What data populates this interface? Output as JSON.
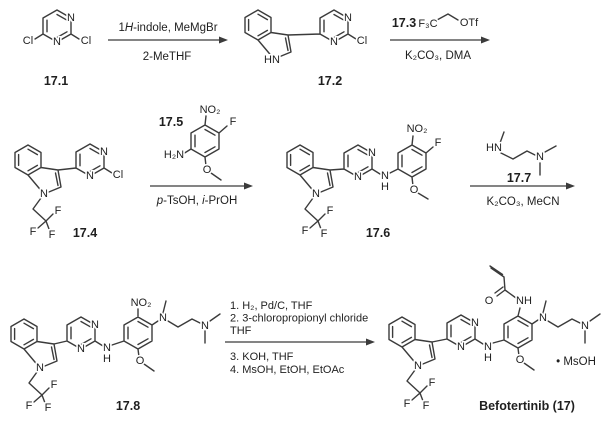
{
  "atoms": {
    "n": "N",
    "hn": "HN",
    "nh": "NH",
    "h": "H",
    "cl": "Cl",
    "f": "F",
    "o": "O",
    "no2": "NO₂",
    "h2n": "H₂N",
    "f3c": "F₃C",
    "otf": "OTf",
    "msoh_salt": "• MsOH"
  },
  "labels": {
    "c171": "17.1",
    "c172": "17.2",
    "c173": "17.3",
    "c174": "17.4",
    "c175": "17.5",
    "c176": "17.6",
    "c177": "17.7",
    "c178": "17.8",
    "befotertinib": "Befotertinib (17)"
  },
  "steps": {
    "s1": {
      "above_pre": "1",
      "above_it": "H",
      "above_post": "-indole, MeMgBr",
      "below": "2-MeTHF"
    },
    "s2": {
      "below": "K₂CO₃, DMA"
    },
    "s3": {
      "below_it1": "p",
      "below_mid": "-TsOH, ",
      "below_it2": "i",
      "below_post": "-PrOH"
    },
    "s4": {
      "below": "K₂CO₃, MeCN"
    },
    "s5": {
      "above1": "1. H₂, Pd/C, THF",
      "above2": "2. 3-chloropropionyl chloride",
      "above3": "THF",
      "below1": "3. KOH, THF",
      "below2": "4. MsOH, EtOH, EtOAc"
    }
  },
  "colors": {
    "line": "#3b3b3b",
    "text": "#1f1f1f",
    "background": "#ffffff"
  }
}
